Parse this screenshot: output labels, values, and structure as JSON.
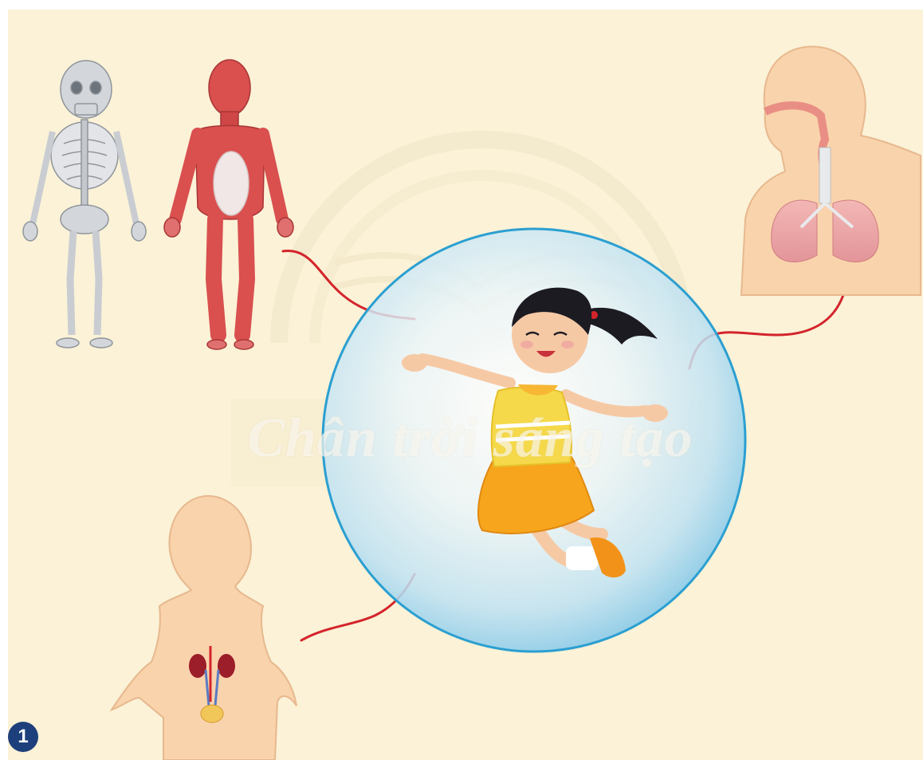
{
  "watermark": {
    "text": "Chân trời sáng tạo"
  },
  "badge": {
    "number": "1"
  },
  "colors": {
    "background": "#fbf2d7",
    "connector": "#d4242b",
    "bubble_border": "#2b9fd1",
    "skin": "#f9d3ac",
    "muscle": "#d9504f",
    "bone": "#c9cdd2",
    "badge": "#1d3f7c"
  },
  "illustrations": {
    "center": "girl-jumping-in-bubble",
    "top_left_1": "skeletal-system",
    "top_left_2": "muscular-system",
    "top_right": "respiratory-system",
    "bottom_left": "urinary-system"
  }
}
